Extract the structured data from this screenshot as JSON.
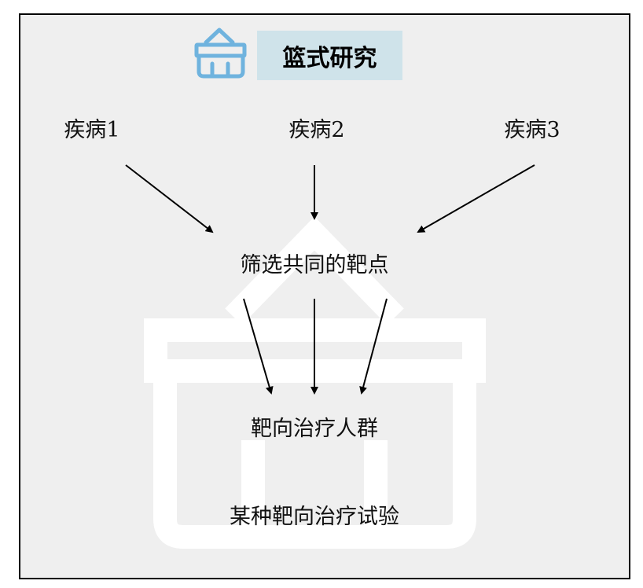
{
  "header": {
    "title": "篮式研究",
    "icon": "basket-icon"
  },
  "inputs": [
    "疾病1",
    "疾病2",
    "疾病3"
  ],
  "step1": "筛选共同的靶点",
  "step2": "靶向治疗人群",
  "step3": "某种靶向治疗试验",
  "colors": {
    "frame_border": "#000000",
    "frame_background": "#efefef",
    "title_box": "#cfe3ea",
    "basket_icon": "#6fb3de",
    "watermark": "#ffffff",
    "arrow": "#000000"
  }
}
